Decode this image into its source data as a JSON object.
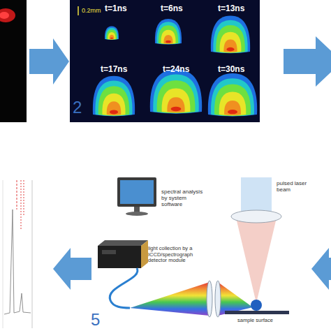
{
  "diagram": {
    "nodes": [
      {
        "text": [
          "0.2mm",
          "t=1ns",
          "t=6ns",
          "t=13ns",
          "t=17ns",
          "t=24ns",
          "t=30ns",
          "2"
        ]
      }
    ],
    "labels": [
      "spectral analysis by system software",
      "light collection by a ICCD/spectrograph detector module",
      "pulsed laser beam",
      "sample surface",
      "5"
    ]
  }
}
